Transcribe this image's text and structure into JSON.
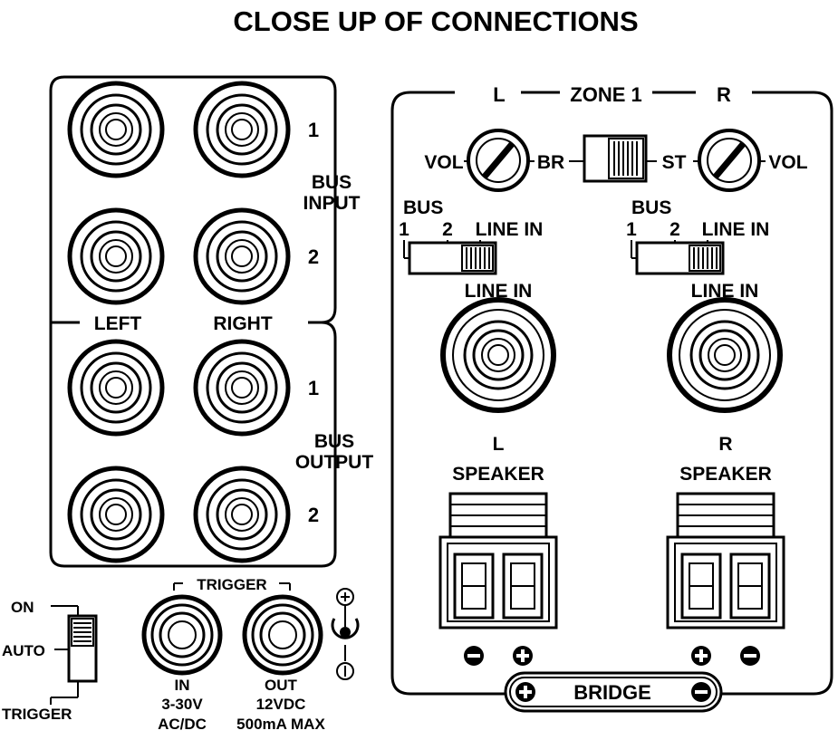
{
  "title": "CLOSE UP OF CONNECTIONS",
  "bus_panel": {
    "input_label_line1": "BUS",
    "input_label_line2": "INPUT",
    "output_label_line1": "BUS",
    "output_label_line2": "OUTPUT",
    "left_label": "LEFT",
    "right_label": "RIGHT",
    "row1_number": "1",
    "row2_number": "2",
    "row3_number": "1",
    "row4_number": "2"
  },
  "zone": {
    "left_channel": "L",
    "zone_label": "ZONE 1",
    "right_channel": "R",
    "vol_left": "VOL",
    "vol_right": "VOL",
    "mode_br": "BR",
    "mode_st": "ST",
    "left_bus_title": "BUS",
    "left_bus_opt1": "1",
    "left_bus_opt2": "2",
    "left_bus_opt3": "LINE IN",
    "right_bus_title": "BUS",
    "right_bus_opt1": "1",
    "right_bus_opt2": "2",
    "right_bus_opt3": "LINE IN",
    "left_line_in": "LINE IN",
    "right_line_in": "LINE IN",
    "left_speaker_channel": "L",
    "left_speaker_label": "SPEAKER",
    "right_speaker_channel": "R",
    "right_speaker_label": "SPEAKER",
    "bridge_label": "BRIDGE"
  },
  "trigger": {
    "switch_on": "ON",
    "switch_auto": "AUTO",
    "switch_trigger": "TRIGGER",
    "group_label": "TRIGGER",
    "in_label": "IN",
    "in_spec1": "3-30V",
    "in_spec2": "AC/DC",
    "out_label": "OUT",
    "out_spec1": "12VDC",
    "out_spec2": "500mA MAX"
  },
  "icons": [
    "rca-jack-icon",
    "volume-knob-icon",
    "slide-switch-icon",
    "speaker-terminal-icon",
    "plus-icon",
    "minus-icon",
    "polarity-symbol-icon"
  ]
}
